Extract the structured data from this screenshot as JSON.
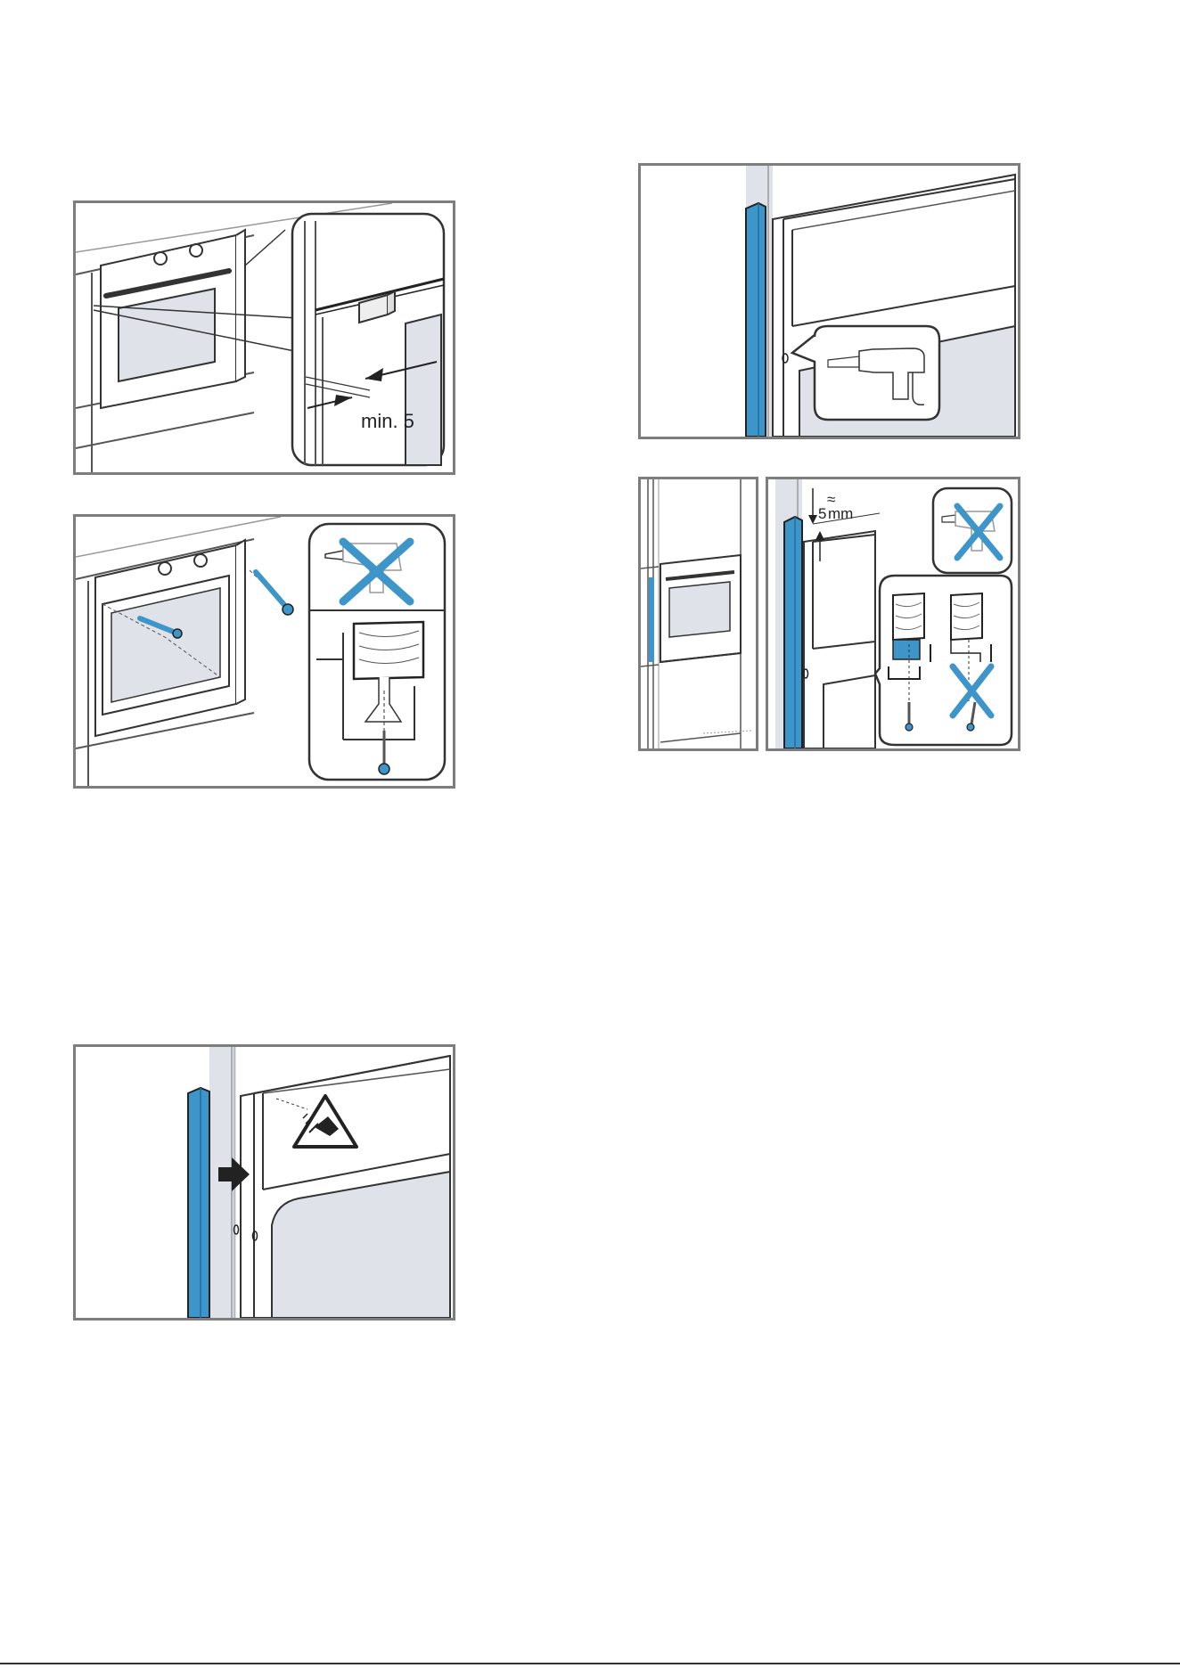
{
  "figures": [
    {
      "id": "fig-min-gap",
      "label": "min. 5"
    },
    {
      "id": "fig-screw-oven-side",
      "label": ""
    },
    {
      "id": "fig-attach-strip",
      "label": ""
    },
    {
      "id": "fig-drill-hole",
      "label": ""
    },
    {
      "id": "fig-distance-5mm",
      "label_value": "5",
      "label_approx": "≈",
      "label_unit": "mm"
    }
  ],
  "colors": {
    "accent_blue": "#3d95c9",
    "frame_grey": "#7d7d7d",
    "fill_grey": "#dfe2e9"
  }
}
